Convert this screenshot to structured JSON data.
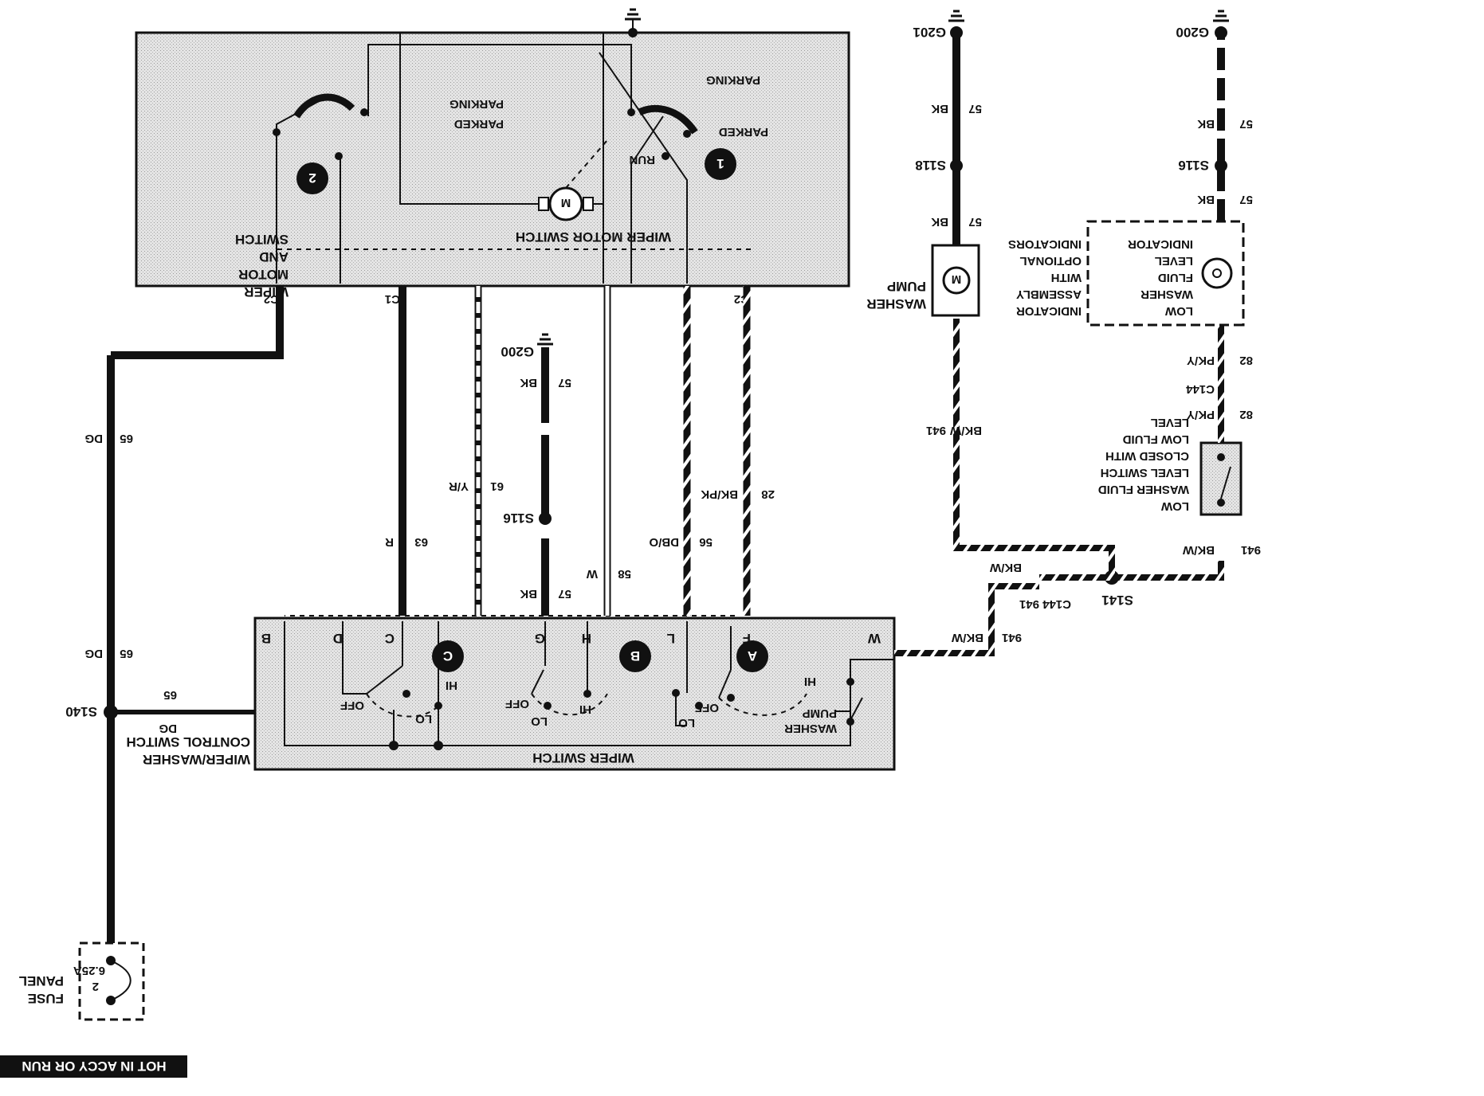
{
  "hot_label": "HOT IN ACCY OR RUN",
  "fuse": {
    "title_line1": "FUSE",
    "title_line2": "PANEL",
    "number": "2",
    "rating": "6.25A"
  },
  "wiper_motor_assembly": {
    "title_lines": [
      "WIPER",
      "MOTOR",
      "AND",
      "SWITCH"
    ],
    "switch_label": "WIPER MOTOR SWITCH",
    "sw1": {
      "badge": "1",
      "run": "RUN",
      "parking": "PARKING",
      "parked": "PARKED"
    },
    "sw2": {
      "badge": "2",
      "parked": "PARKED",
      "parking": "PARKING"
    },
    "motor": "M",
    "connectors": {
      "left_c2": "C2",
      "c1": "C1",
      "right_c2": "C2"
    }
  },
  "control_switch": {
    "title_lines": [
      "WIPER/WASHER",
      "CONTROL SWITCH"
    ],
    "inner_label": "WIPER SWITCH",
    "sections": [
      {
        "badge": "A",
        "off": "OFF",
        "lo": "LO",
        "hi": "HI"
      },
      {
        "badge": "B",
        "off": "OFF",
        "lo": "LO",
        "hi": "HI"
      },
      {
        "badge": "C",
        "off": "OFF",
        "lo": "LO",
        "hi": "HI"
      }
    ],
    "washer_label_lines": [
      "WASHER",
      "PUMP"
    ],
    "terminals": [
      "W",
      "F",
      "L",
      "H",
      "G",
      "C",
      "D",
      "B"
    ]
  },
  "wires": {
    "dg_top": {
      "circuit": "65",
      "color": "DG"
    },
    "dg_mid": {
      "circuit": "65",
      "color": "DG"
    },
    "dg_bot": {
      "circuit": "65",
      "color": "DG"
    },
    "r": {
      "circuit": "63",
      "color": "R"
    },
    "yr": {
      "circuit": "61",
      "color": "Y/R"
    },
    "bk_gnd_top": {
      "circuit": "57",
      "color": "BK"
    },
    "bk_gnd_bot": {
      "circuit": "57",
      "color": "BK"
    },
    "w": {
      "circuit": "58",
      "color": "W"
    },
    "dbo": {
      "circuit": "56",
      "color": "DB/O"
    },
    "bkpk": {
      "circuit": "28",
      "color": "BK/PK"
    },
    "bkw_pump": {
      "circuit": "941",
      "color": "BK/W"
    },
    "bkw_sw": {
      "circuit": "941",
      "color": "BK/W"
    },
    "bkw_s141_left": {
      "circuit": "941",
      "color": "BK/W"
    },
    "bkw_s141_right": {
      "circuit": "941",
      "color": "BK/W"
    },
    "bkw_ind": {
      "circuit": "941",
      "color": "BK/W"
    },
    "pky_top": {
      "circuit": "82",
      "color": "PK/Y"
    },
    "pky_bot": {
      "circuit": "82",
      "color": "PK/Y"
    },
    "bk_g201_top": {
      "circuit": "57",
      "color": "BK"
    },
    "bk_g201_bot": {
      "circuit": "57",
      "color": "BK"
    },
    "bk_g200_top": {
      "circuit": "57",
      "color": "BK"
    },
    "bk_g200_bot": {
      "circuit": "57",
      "color": "BK"
    }
  },
  "splices": {
    "s140": "S140",
    "s116_center": "S116",
    "s118": "S118",
    "s116_right": "S116",
    "s141": "S141"
  },
  "grounds": {
    "g200_center": "G200",
    "g201": "G201",
    "g200_right": "G200"
  },
  "connectors_misc": {
    "c144_left": "C144",
    "c144_right": "C144"
  },
  "washer_pump": {
    "lines": [
      "WASHER",
      "PUMP"
    ],
    "motor": "M"
  },
  "indicator": {
    "left_lines": [
      "LOW",
      "WASHER",
      "FLUID",
      "LEVEL",
      "INDICATOR"
    ],
    "right_lines": [
      "INDICATOR",
      "ASSEMBLY",
      "WITH",
      "OPTIONAL",
      "INDICATORS"
    ],
    "right_lines_extra": "INDICATOR"
  },
  "level_switch": {
    "lines": [
      "LOW",
      "WASHER FLUID",
      "LEVEL SWITCH",
      "CLOSED WITH",
      "LOW FLUID",
      "LEVEL"
    ]
  },
  "colors": {
    "ink": "#111111",
    "box_fill": "#d9d9d9",
    "background": "#ffffff"
  }
}
